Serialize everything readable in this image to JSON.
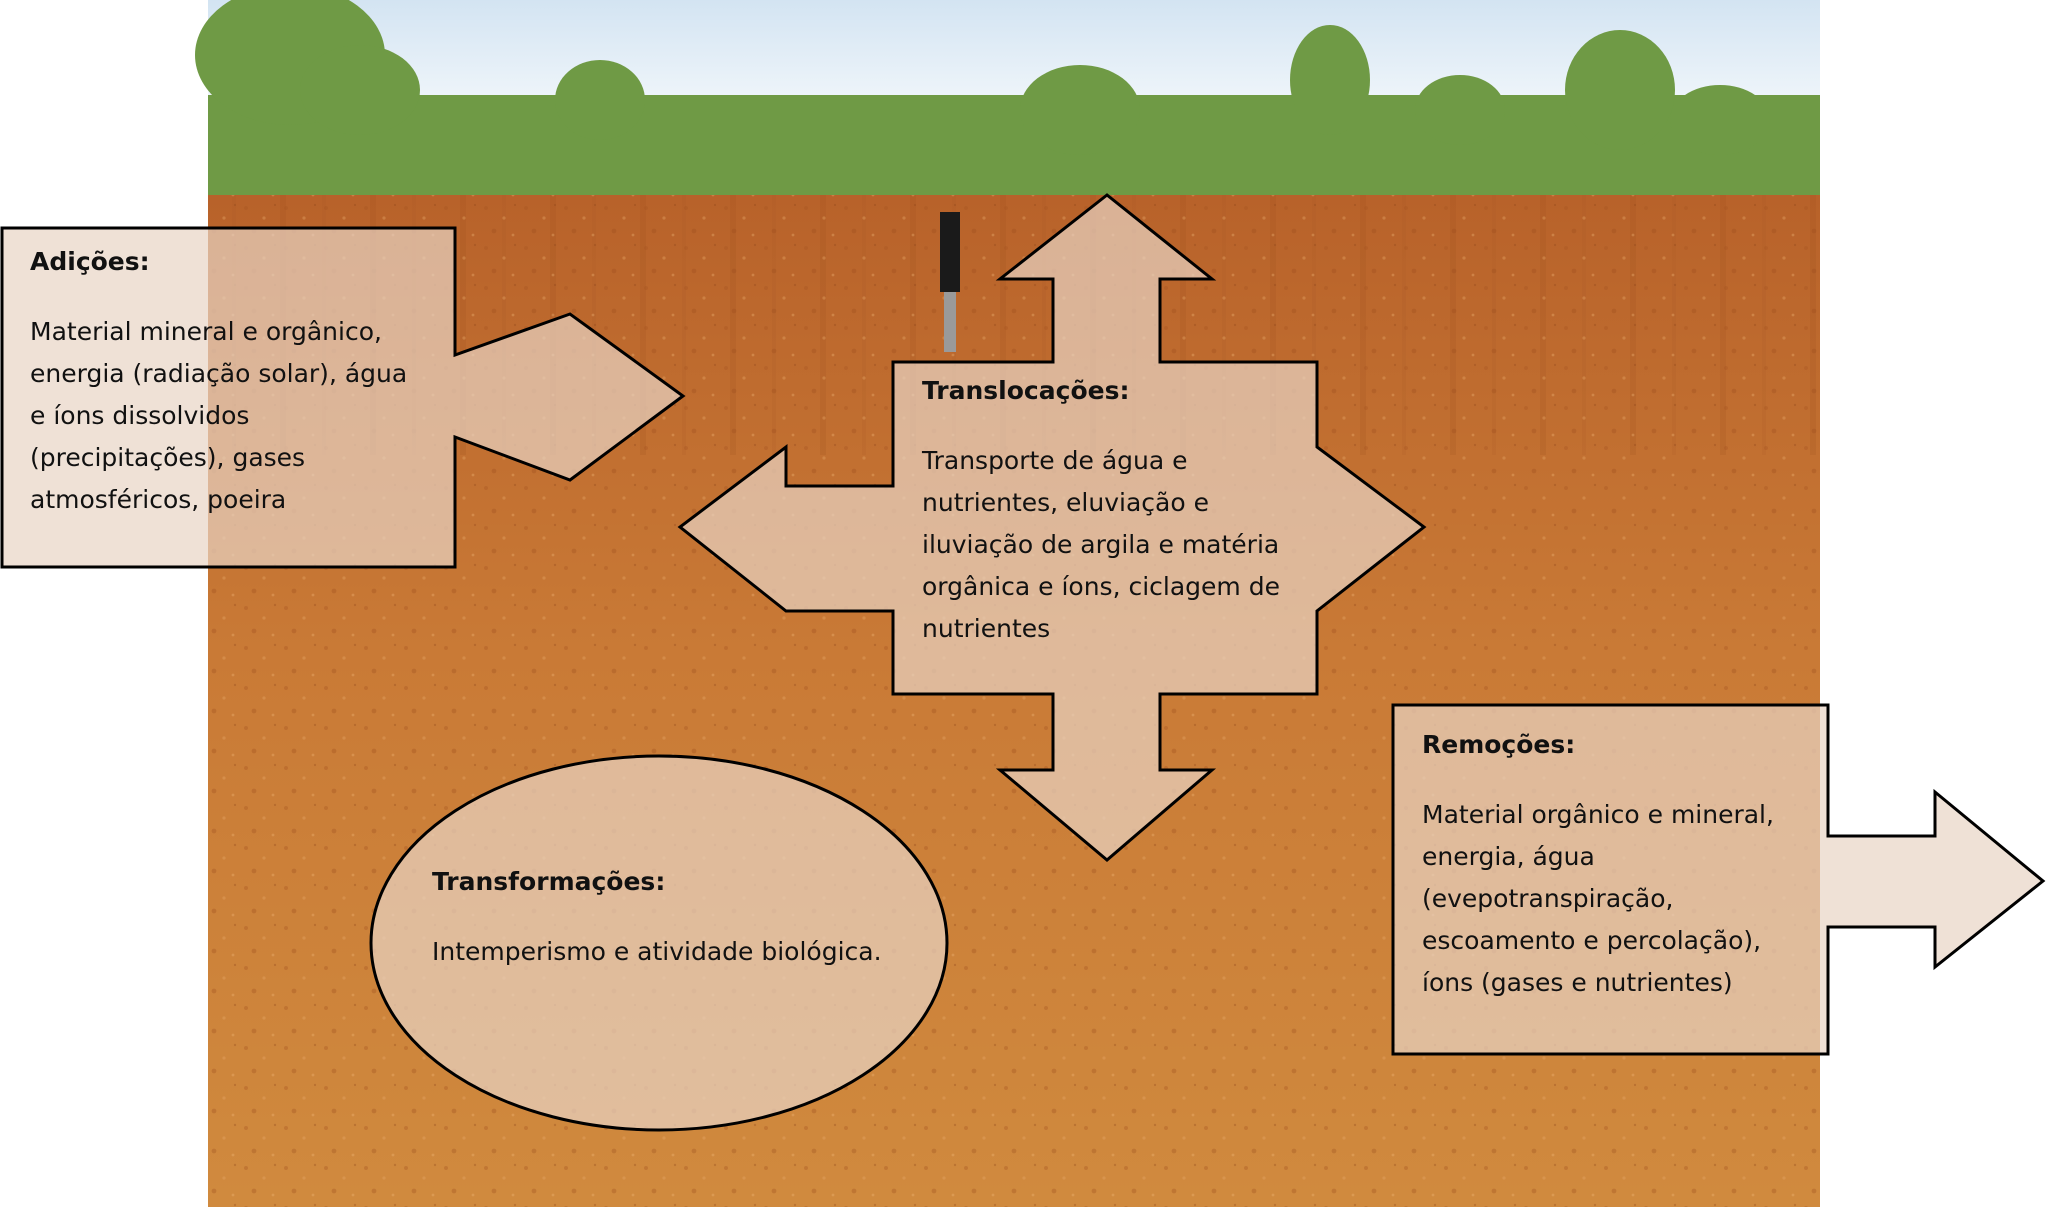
{
  "photo": {
    "sky_color": "#d3e4f2",
    "vegetation_color": "#6f9a45",
    "soil_top_color": "#b8622a",
    "soil_mid_color": "#c97a36",
    "soil_deep_color": "#d08a3e"
  },
  "overlay": {
    "fill_color": "#e8d4c4",
    "stroke_color": "#000000"
  },
  "labels": {
    "adicoes": {
      "title": "Adições:",
      "body": "Material mineral e orgânico,\nenergia (radiação solar), água\ne íons dissolvidos\n(precipitações), gases\natmosféricos, poeira"
    },
    "translocacoes": {
      "title": "Translocações:",
      "body": "Transporte de água e\nnutrientes, eluviação e\niluviação de argila e matéria\norgânica e íons, ciclagem de\nnutrientes"
    },
    "transformacoes": {
      "title": "Transformações:",
      "body": "Intemperismo e atividade biológica."
    },
    "remocoes": {
      "title": "Remoções:",
      "body": "Material orgânico e mineral,\nenergia, água\n(evepotranspiração,\nescoamento e percolação),\níons (gases e nutrientes)"
    }
  }
}
